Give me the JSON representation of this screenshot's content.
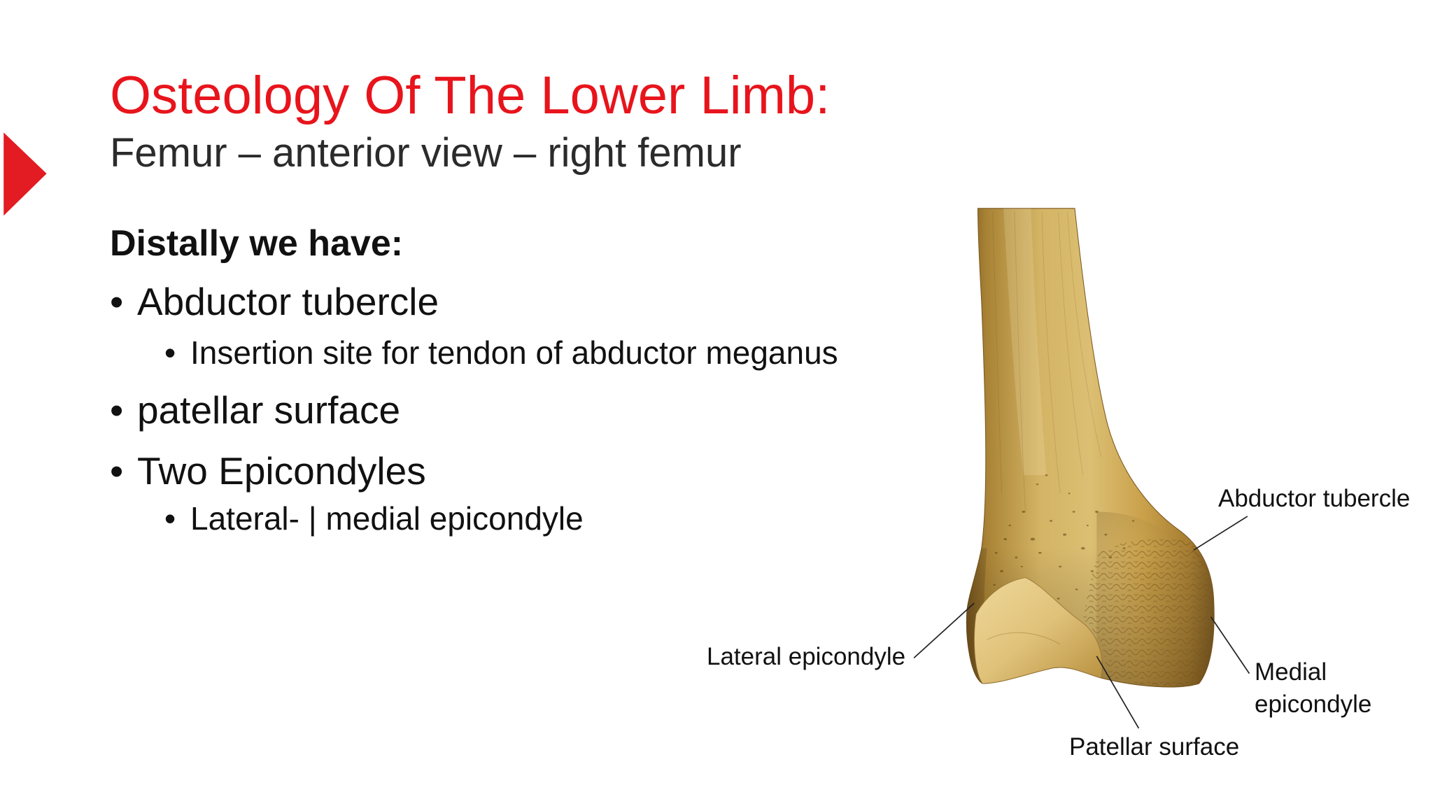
{
  "slide": {
    "title": "Osteology Of The Lower Limb:",
    "subtitle": "Femur – anterior view – right femur",
    "heading": "Distally we have:",
    "bullet_symbol": "•",
    "bullets": [
      {
        "text": "Abductor tubercle",
        "sub": [
          "Insertion site for tendon of abductor meganus"
        ]
      },
      {
        "text": "patellar surface"
      },
      {
        "text": "Two Epicondyles",
        "sub": [
          "Lateral- | medial epicondyle"
        ]
      }
    ]
  },
  "figure": {
    "labels": {
      "abductor_tubercle": "Abductor tubercle",
      "lateral_epicondyle": "Lateral epicondyle",
      "medial_epicondyle_line1": "Medial",
      "medial_epicondyle_line2": "epicondyle",
      "patellar_surface": "Patellar surface"
    }
  },
  "colors": {
    "accent_triangle": "#e31b23",
    "title": "#e8141c",
    "body_text": "#111111",
    "bone_light": "#e2c67e",
    "bone_mid": "#c9a04a",
    "bone_dark": "#7d5a20"
  },
  "icons": {
    "slide_marker": "red-triangle-icon"
  }
}
